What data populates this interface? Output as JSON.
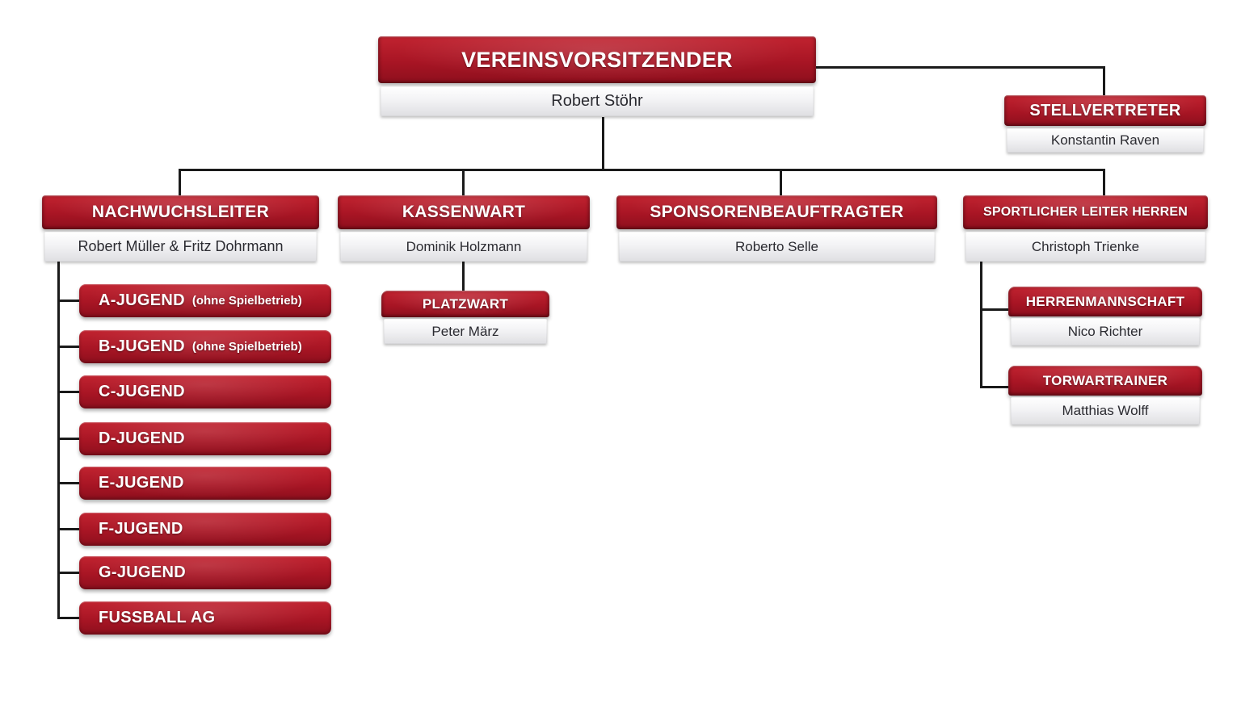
{
  "colors": {
    "box_red_top": "#c12330",
    "box_red_mid": "#a81524",
    "box_red_bottom": "#8d0f1d",
    "name_bar_top": "#ffffff",
    "name_bar_bottom": "#dfdfe2",
    "title_text": "#ffffff",
    "name_text": "#2b2b31",
    "connector": "#1a1a1a",
    "background": "#ffffff"
  },
  "nodes": {
    "vereinsvorsitzender": {
      "title": "VEREINSVORSITZENDER",
      "person": "Robert Stöhr"
    },
    "stellvertreter": {
      "title": "STELLVERTRETER",
      "person": "Konstantin Raven"
    },
    "nachwuchsleiter": {
      "title": "NACHWUCHSLEITER",
      "person": "Robert Müller & Fritz Dohrmann"
    },
    "kassenwart": {
      "title": "KASSENWART",
      "person": "Dominik Holzmann"
    },
    "sponsorenbeauftragter": {
      "title": "SPONSORENBEAUFTRAGTER",
      "person": "Roberto Selle"
    },
    "sportlicher_leiter_herren": {
      "title": "SPORTLICHER LEITER HERREN",
      "person": "Christoph Trienke"
    },
    "platzwart": {
      "title": "PLATZWART",
      "person": "Peter März"
    },
    "herrenmannschaft": {
      "title": "HERRENMANNSCHAFT",
      "person": "Nico Richter"
    },
    "torwartrainer": {
      "title": "TORWARTRAINER",
      "person": "Matthias Wolff"
    },
    "jugend": [
      {
        "label": "A-JUGEND",
        "suffix": "(ohne Spielbetrieb)"
      },
      {
        "label": "B-JUGEND",
        "suffix": "(ohne Spielbetrieb)"
      },
      {
        "label": "C-JUGEND",
        "suffix": ""
      },
      {
        "label": "D-JUGEND",
        "suffix": ""
      },
      {
        "label": "E-JUGEND",
        "suffix": ""
      },
      {
        "label": "F-JUGEND",
        "suffix": ""
      },
      {
        "label": "G-JUGEND",
        "suffix": ""
      },
      {
        "label": "FUSSBALL AG",
        "suffix": ""
      }
    ]
  }
}
